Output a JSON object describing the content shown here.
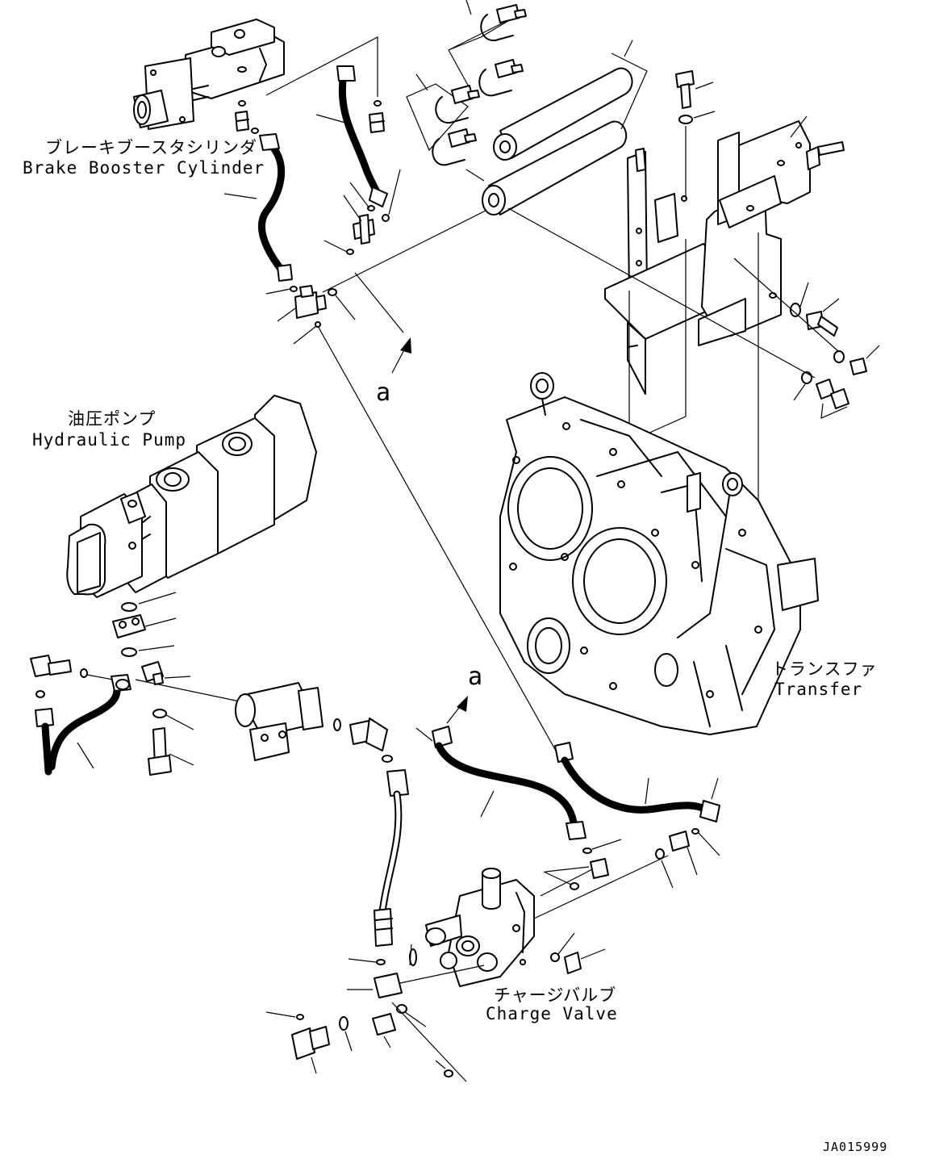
{
  "labels": {
    "brake_booster_jp": "ブレーキブースタシリンダ",
    "brake_booster_en": "Brake Booster Cylinder",
    "hydraulic_pump_jp": "油圧ポンプ",
    "hydraulic_pump_en": "Hydraulic Pump",
    "transfer_jp": "トランスファ",
    "transfer_en": "Transfer",
    "charge_valve_jp": "チャージバルブ",
    "charge_valve_en": "Charge Valve",
    "ref_a_top": "a",
    "ref_a_bottom": "a"
  },
  "drawing_code": "JA015999"
}
